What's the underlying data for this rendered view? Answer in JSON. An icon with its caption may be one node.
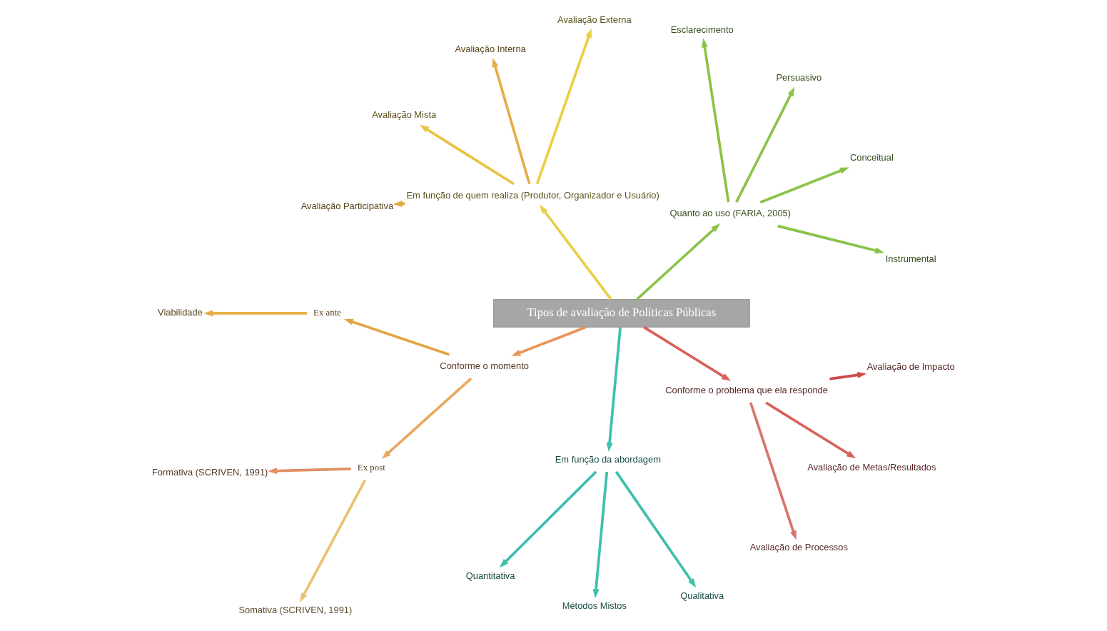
{
  "diagram": {
    "nodes": [
      {
        "text": [
          "Tipos de avaliação de Políticas Públicas"
        ]
      },
      {
        "text": [
          "Quanto ao uso (FARIA, 2005)"
        ]
      },
      {
        "text": [
          "Instrumental"
        ]
      },
      {
        "text": [
          "Conceitual"
        ]
      },
      {
        "text": [
          "Persuasivo"
        ]
      },
      {
        "text": [
          "Esclarecimento"
        ]
      },
      {
        "text": [
          "Em função de quem realiza (Produtor, Organizador e Usuário)"
        ]
      },
      {
        "text": [
          "Avaliação Externa"
        ]
      },
      {
        "text": [
          "Avaliação Interna"
        ]
      },
      {
        "text": [
          "Avaliação Mista"
        ]
      },
      {
        "text": [
          "Avaliação Participativa"
        ]
      },
      {
        "text": [
          "Conforme o momento"
        ]
      },
      {
        "text": [
          "Ex ante"
        ]
      },
      {
        "text": [
          "Viabilidade"
        ]
      },
      {
        "text": [
          "Ex post"
        ]
      },
      {
        "text": [
          "Formativa (SCRIVEN, 1991)"
        ]
      },
      {
        "text": [
          "Somativa (SCRIVEN, 1991)"
        ]
      },
      {
        "text": [
          "Em função da abordagem"
        ]
      },
      {
        "text": [
          "Quantitativa"
        ]
      },
      {
        "text": [
          "Métodos Mistos"
        ]
      },
      {
        "text": [
          "Qualitativa"
        ]
      },
      {
        "text": [
          "Conforme o problema que ela responde"
        ]
      },
      {
        "text": [
          "Avaliação de Processos"
        ]
      },
      {
        "text": [
          "Avaliação de Metas/Resultados"
        ]
      },
      {
        "text": [
          "Avaliação de Impacto"
        ]
      }
    ],
    "edges": [
      {
        "from": 0,
        "to": 1,
        "arrow": "to",
        "color": "#8bc34a"
      },
      {
        "from": 1,
        "to": 2,
        "arrow": "to",
        "color": "#8bc34a"
      },
      {
        "from": 1,
        "to": 3,
        "arrow": "to",
        "color": "#8bc34a"
      },
      {
        "from": 1,
        "to": 4,
        "arrow": "to",
        "color": "#8bc34a"
      },
      {
        "from": 1,
        "to": 5,
        "arrow": "to",
        "color": "#8bc34a"
      },
      {
        "from": 0,
        "to": 6,
        "arrow": "to",
        "color": "#e8cf45"
      },
      {
        "from": 6,
        "to": 7,
        "arrow": "to",
        "color": "#e8cf45"
      },
      {
        "from": 6,
        "to": 8,
        "arrow": "to",
        "color": "#e6ad45"
      },
      {
        "from": 6,
        "to": 9,
        "arrow": "to",
        "color": "#e8c445"
      },
      {
        "from": 6,
        "to": 10,
        "arrow": "to",
        "color": "#e0a83c"
      },
      {
        "from": 0,
        "to": 11,
        "arrow": "to",
        "color": "#e9955a"
      },
      {
        "from": 11,
        "to": 12,
        "arrow": "to",
        "color": "#e4a444"
      },
      {
        "from": 12,
        "to": 13,
        "arrow": "to",
        "color": "#e4b044"
      },
      {
        "from": 11,
        "to": 14,
        "arrow": "to",
        "color": "#e8a860"
      },
      {
        "from": 14,
        "to": 15,
        "arrow": "to",
        "color": "#e08f62"
      },
      {
        "from": 14,
        "to": 16,
        "arrow": "to",
        "color": "#ecc070"
      },
      {
        "from": 0,
        "to": 17,
        "arrow": "to",
        "color": "#3fbfae"
      },
      {
        "from": 17,
        "to": 18,
        "arrow": "to",
        "color": "#3fbfae"
      },
      {
        "from": 17,
        "to": 19,
        "arrow": "to",
        "color": "#3fbfae"
      },
      {
        "from": 17,
        "to": 20,
        "arrow": "to",
        "color": "#3fbfae"
      },
      {
        "from": 0,
        "to": 21,
        "arrow": "to",
        "color": "#d9605a"
      },
      {
        "from": 21,
        "to": 22,
        "arrow": "to",
        "color": "#d9726a"
      },
      {
        "from": 21,
        "to": 23,
        "arrow": "to",
        "color": "#d9605a"
      },
      {
        "from": 21,
        "to": 24,
        "arrow": "to",
        "color": "#cc4a48"
      }
    ]
  }
}
